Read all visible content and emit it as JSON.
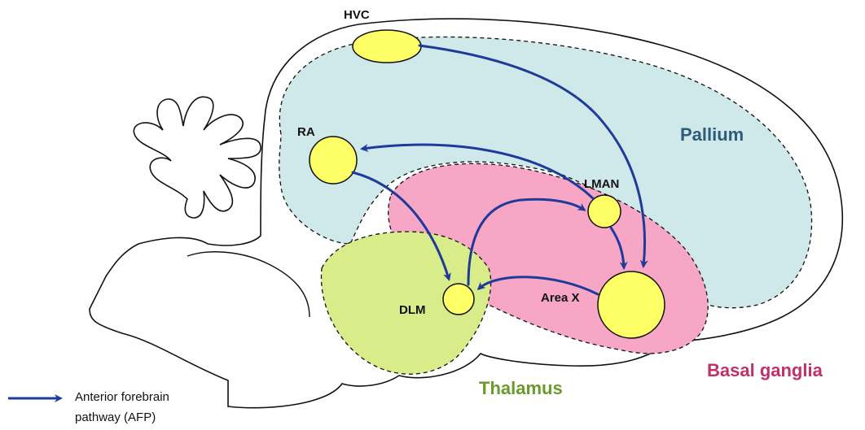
{
  "colors": {
    "pallium_fill": "#cfe8ea",
    "basal_fill": "#f7a6c6",
    "thalamus_fill": "#d9ec8a",
    "nucleus_fill": "#ffff66",
    "arrow": "#1f3b9a",
    "pallium_text": "#2e5b7a",
    "basal_text": "#c0306a",
    "thalamus_text": "#6a9a2a"
  },
  "regions": {
    "pallium": "Pallium",
    "basal_ganglia": "Basal ganglia",
    "thalamus": "Thalamus"
  },
  "nuclei": {
    "hvc": "HVC",
    "ra": "RA",
    "lman": "LMAN",
    "dlm": "DLM",
    "area_x": "Area X"
  },
  "legend": {
    "line1": "Anterior forebrain",
    "line2": "pathway (AFP)"
  }
}
